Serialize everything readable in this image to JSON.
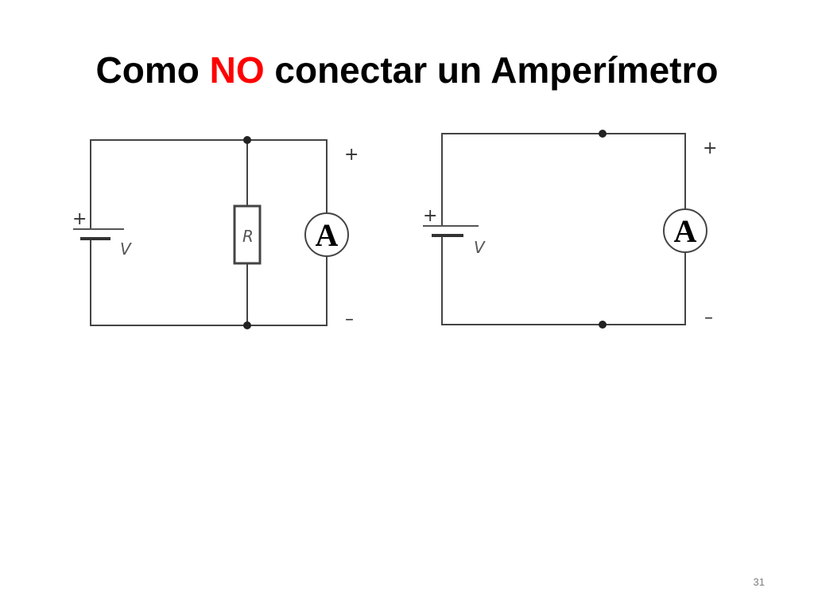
{
  "slide": {
    "title_before": "Como ",
    "title_highlight": "NO",
    "title_after": " conectar un Amperímetro",
    "highlight_color": "#ff0000",
    "page_number": "31"
  },
  "circuit_left": {
    "battery_plus": "+",
    "battery_label": "V",
    "resistor_label": "R",
    "meter_label": "A",
    "terminal_plus": "+",
    "terminal_minus": "–"
  },
  "circuit_right": {
    "battery_plus": "+",
    "battery_label": "V",
    "meter_label": "A",
    "terminal_plus": "+",
    "terminal_minus": "–"
  }
}
